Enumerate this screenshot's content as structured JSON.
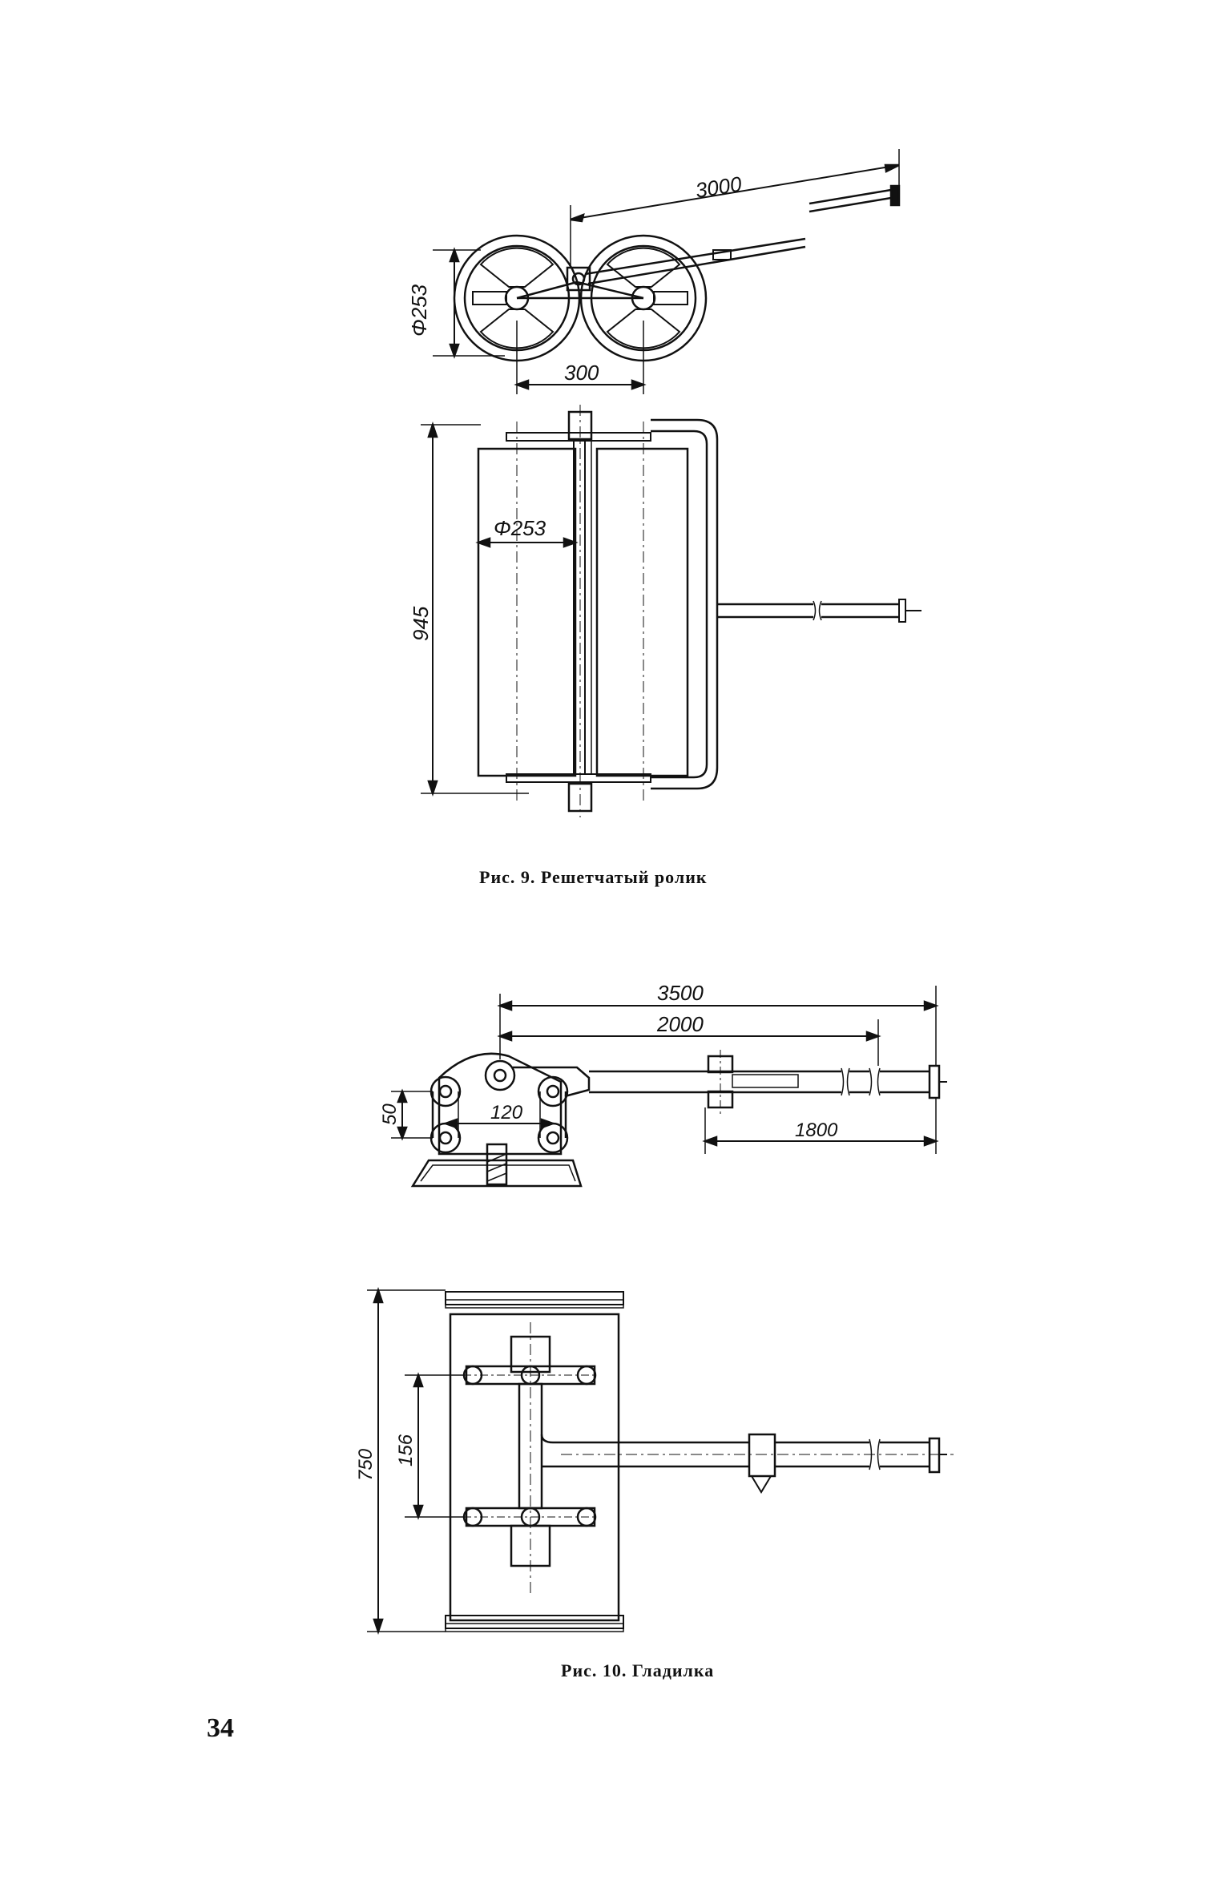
{
  "figure9": {
    "caption": "Рис. 9. Решетчатый ролик",
    "dims": {
      "handle_length": "3000",
      "diameter_side": "Φ253",
      "axle_spacing": "300",
      "diameter_plan": "Φ253",
      "width": "945"
    }
  },
  "figure10": {
    "caption": "Рис. 10. Гладилка",
    "dims": {
      "total_length": "3500",
      "handle_length": "2000",
      "grip_length": "1800",
      "pivot_spacing": "120",
      "pivot_height": "50",
      "width": "750",
      "bolt_spacing": "156"
    }
  },
  "page_number": "34"
}
